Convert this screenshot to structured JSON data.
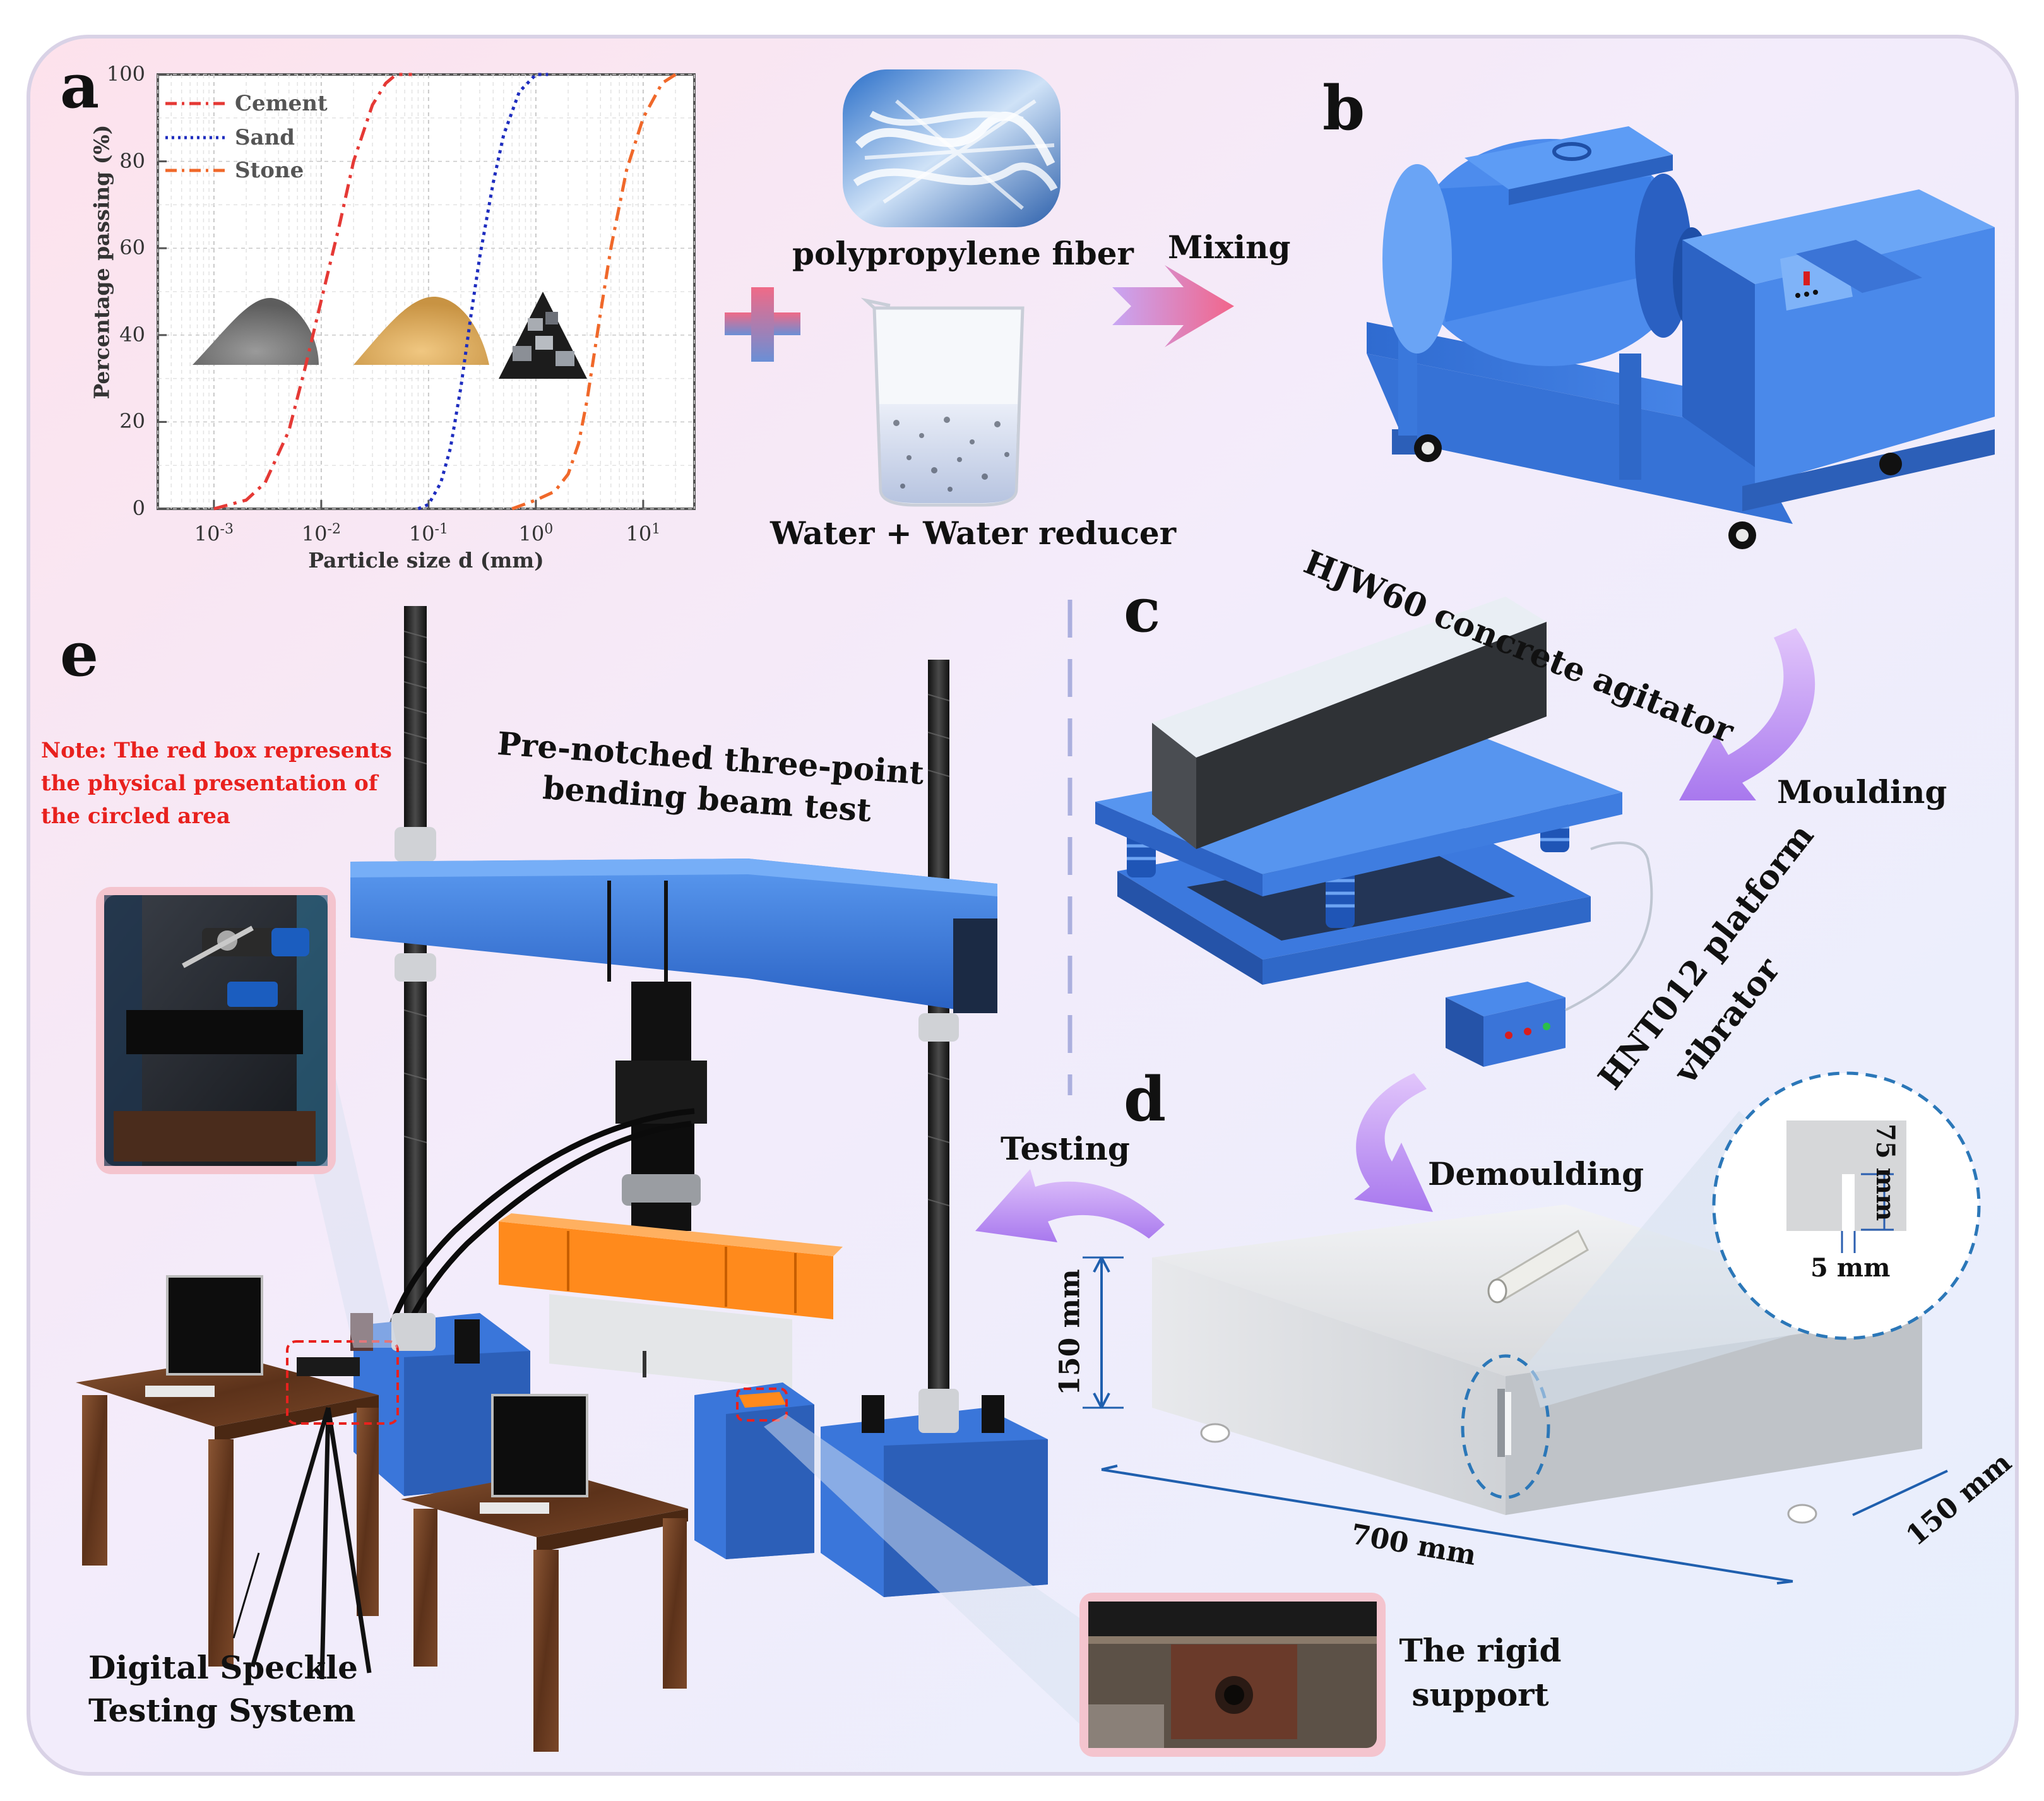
{
  "panels": {
    "a": "a",
    "b": "b",
    "c": "c",
    "d": "d",
    "e": "e"
  },
  "chart_data": {
    "type": "line",
    "xlabel": "Particle size d (mm)",
    "ylabel": "Percentage passing (%)",
    "x_scale": "log",
    "xlim": [
      0.0003,
      30
    ],
    "ylim": [
      0,
      100
    ],
    "yticks": [
      "0",
      "20",
      "40",
      "60",
      "80",
      "100"
    ],
    "xticks": [
      {
        "base": "10",
        "exp": "-3"
      },
      {
        "base": "10",
        "exp": "-2"
      },
      {
        "base": "10",
        "exp": "-1"
      },
      {
        "base": "10",
        "exp": "0"
      },
      {
        "base": "10",
        "exp": "1"
      }
    ],
    "grid": true,
    "legend": "top-left",
    "series": [
      {
        "name": "Cement",
        "color": "#e53935",
        "style": "dashdot",
        "x": [
          0.001,
          0.002,
          0.003,
          0.005,
          0.007,
          0.01,
          0.015,
          0.02,
          0.03,
          0.04,
          0.05,
          0.07
        ],
        "y": [
          0,
          2,
          6,
          18,
          32,
          48,
          66,
          80,
          93,
          98,
          100,
          100
        ]
      },
      {
        "name": "Sand",
        "color": "#1e2dbf",
        "style": "dotted",
        "x": [
          0.08,
          0.1,
          0.13,
          0.16,
          0.2,
          0.25,
          0.3,
          0.4,
          0.5,
          0.7,
          1.0,
          1.3
        ],
        "y": [
          0,
          1,
          6,
          14,
          28,
          45,
          58,
          75,
          86,
          96,
          100,
          100
        ]
      },
      {
        "name": "Stone",
        "color": "#f0682a",
        "style": "dashdot",
        "x": [
          0.6,
          1.0,
          1.5,
          2.0,
          2.5,
          3.0,
          4.0,
          5.0,
          7.0,
          10.0,
          15.0,
          20.0
        ],
        "y": [
          0,
          2,
          4,
          8,
          15,
          25,
          45,
          60,
          78,
          90,
          98,
          100
        ]
      }
    ]
  },
  "labels": {
    "fiber": "polypropylene fiber",
    "water": "Water + Water reducer",
    "mixing": "Mixing",
    "agitator": "HJW60 concrete agitator",
    "moulding": "Moulding",
    "vibrator_line1": "HNT012 platform",
    "vibrator_line2": "vibrator",
    "demoulding": "Demoulding",
    "testing": "Testing",
    "test_title_line1": "Pre-notched three-point",
    "test_title_line2": "bending beam test",
    "note_line1": "Note: The red box represents",
    "note_line2": "the physical presentation of",
    "note_line3": "the circled area",
    "dsts_line1": "Digital Speckle",
    "dsts_line2": "Testing System",
    "rigid_line1": "The rigid",
    "rigid_line2": "support",
    "dim_height": "150 mm",
    "dim_length": "700 mm",
    "dim_width": "150 mm",
    "dim_notch_depth": "75 mm",
    "dim_notch_width": "5 mm"
  },
  "colors": {
    "machine_blue": "#3f7fe0",
    "load_orange": "#ff8a1c",
    "concrete_grey": "#d9dadc",
    "desk_brown": "#6b3d1e",
    "note_red": "#e8211e",
    "arrow_pink": "#f06d8f",
    "arrow_violet": "#c79af2"
  }
}
